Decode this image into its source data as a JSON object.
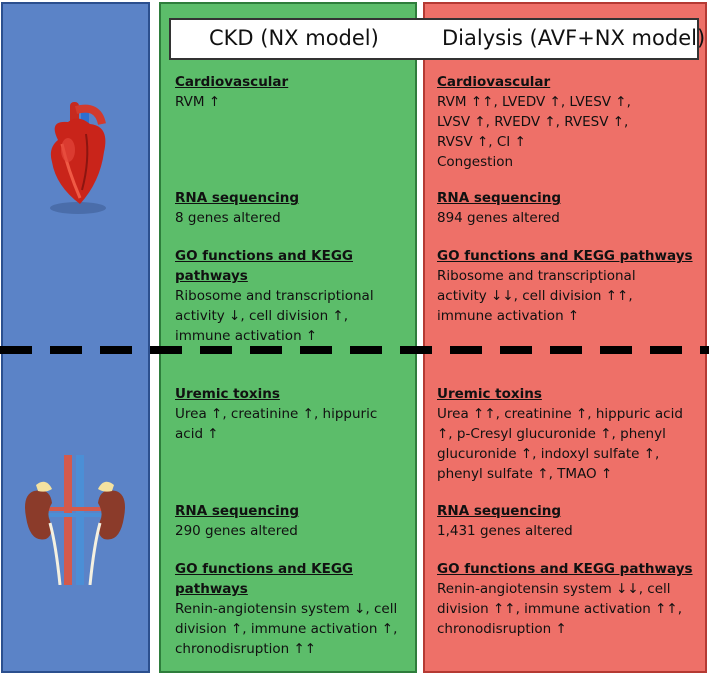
{
  "headers": {
    "ckd": "CKD (NX model)",
    "dialysis": "Dialysis (AVF+NX model)"
  },
  "heart": {
    "ckd": {
      "cardio": {
        "heading": "Cardiovascular",
        "text": "RVM ↑"
      },
      "rna": {
        "heading": "RNA sequencing",
        "text": "8 genes altered"
      },
      "go": {
        "heading": "GO functions and KEGG pathways",
        "text": "Ribosome and transcriptional\nactivity ↓, cell division ↑,\nimmune activation ↑"
      }
    },
    "dialysis": {
      "cardio": {
        "heading": "Cardiovascular",
        "text": "RVM ↑↑, LVEDV ↑, LVESV ↑,\nLVSV ↑, RVEDV ↑, RVESV ↑,\nRVSV ↑, CI ↑\nCongestion"
      },
      "rna": {
        "heading": "RNA sequencing",
        "text": "894 genes altered"
      },
      "go": {
        "heading": "GO functions and KEGG pathways",
        "text": "Ribosome and transcriptional\nactivity ↓↓, cell division ↑↑,\nimmune activation ↑"
      }
    }
  },
  "kidney": {
    "ckd": {
      "toxins": {
        "heading": "Uremic toxins",
        "text": "Urea ↑, creatinine ↑,  hippuric\nacid ↑"
      },
      "rna": {
        "heading": "RNA sequencing",
        "text": "290 genes altered"
      },
      "go": {
        "heading": "GO functions and KEGG pathways",
        "text": "Renin-angiotensin system ↓, cell\ndivision ↑, immune activation ↑,\nchronodisruption ↑↑"
      }
    },
    "dialysis": {
      "toxins": {
        "heading": "Uremic toxins",
        "text": "Urea ↑↑, creatinine ↑,  hippuric acid\n↑, p-Cresyl glucuronide ↑, phenyl\nglucuronide ↑, indoxyl sulfate ↑,\nphenyl sulfate ↑, TMAO ↑"
      },
      "rna": {
        "heading": "RNA sequencing",
        "text": "1,431 genes altered"
      },
      "go": {
        "heading": "GO functions and KEGG pathways",
        "text": "Renin-angiotensin system ↓↓, cell\ndivision ↑↑, immune activation ↑↑,\nchronodisruption ↑"
      }
    }
  },
  "icons": {
    "heart": "heart-illustration",
    "kidney": "kidney-illustration"
  },
  "colors": {
    "left_column": "#5b83c7",
    "ckd_column": "#5cbd6a",
    "dialysis_column": "#ee7068",
    "divider": "#000000"
  }
}
